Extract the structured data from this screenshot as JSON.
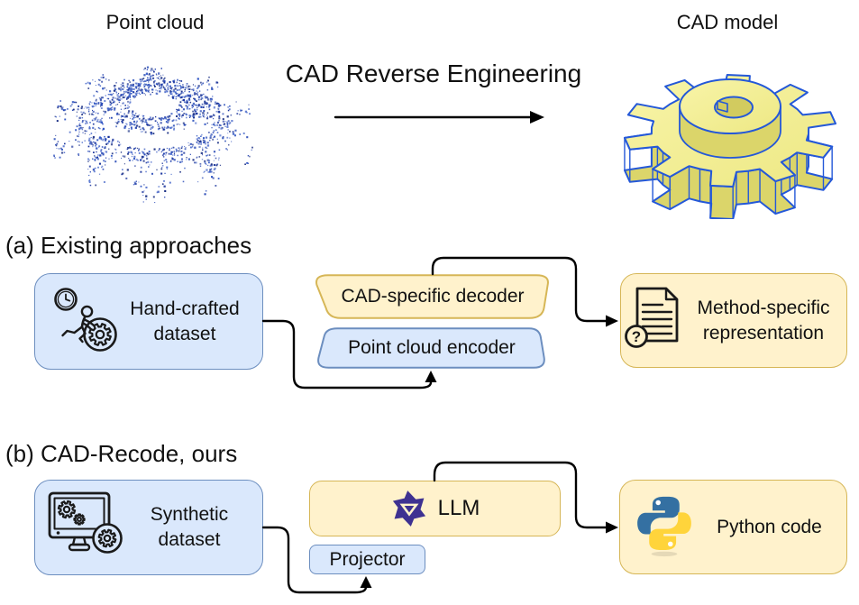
{
  "figure": {
    "point_cloud_label": "Point cloud",
    "process_label": "CAD Reverse Engineering",
    "cad_model_label": "CAD model"
  },
  "section_a": {
    "heading": "(a) Existing approaches",
    "dataset_line1": "Hand-crafted",
    "dataset_line2": "dataset",
    "decoder_label": "CAD-specific decoder",
    "encoder_label": "Point cloud encoder",
    "output_line1": "Method-specific",
    "output_line2": "representation",
    "output_icon_glyph": "?"
  },
  "section_b": {
    "heading": "(b) CAD-Recode, ours",
    "dataset_line1": "Synthetic",
    "dataset_line2": "dataset",
    "llm_label": "LLM",
    "projector_label": "Projector",
    "output_label": "Python code"
  },
  "icons": {
    "dataset_a": "person-pushing-gear-with-clock-icon",
    "dataset_b": "computer-with-gears-icon",
    "output_a": "document-question-icon",
    "llm": "qwen-logo-icon",
    "output_b": "python-logo-icon"
  },
  "colors": {
    "blue_fill": "#DAE8FC",
    "blue_stroke": "#6C8EBF",
    "yellow_fill": "#FFF2CC",
    "yellow_stroke": "#D6B656",
    "arrow": "#000000",
    "text": "#111111",
    "icon_line": "#1a1a1a",
    "gear_face": "#EDE884",
    "gear_face_light": "#F8F4A8",
    "gear_side": "#DBD56A",
    "gear_bore": "#D2CB5F",
    "gear_edge": "#2458D8",
    "qwen_purple": "#3E3191",
    "python_blue": "#3470A2",
    "python_yellow": "#FFD43B",
    "point_blues": [
      "#16309B",
      "#2445B4",
      "#2F55C4",
      "#4263C2",
      "#5A77CF",
      "#1A2F84"
    ]
  }
}
